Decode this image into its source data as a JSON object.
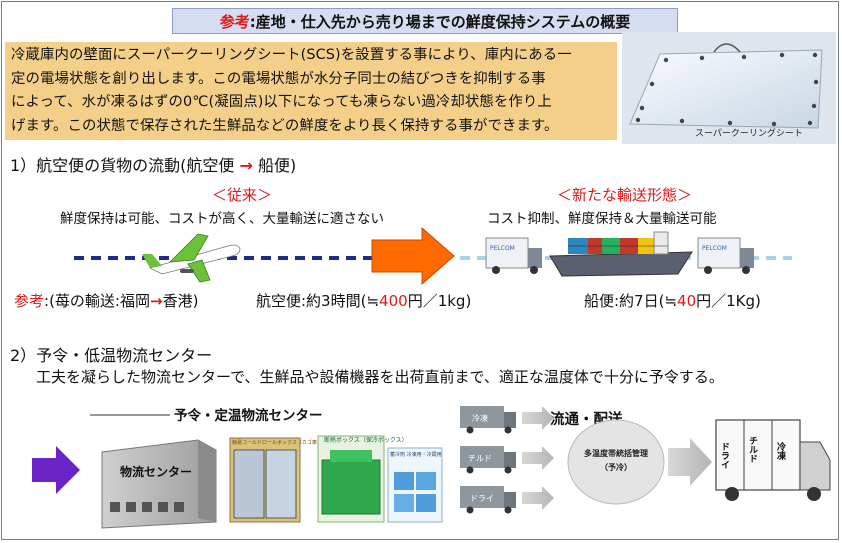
{
  "title": {
    "prefix": "参考",
    "text": ":産地・仕入先から売り場までの鮮度保持システムの概要"
  },
  "intro": {
    "lines": [
      "冷蔵庫内の壁面にスーパークーリングシート(SCS)を設置する事により、庫内にある一",
      "定の電場状態を創り出します。この電場状態が水分子同士の結びつきを抑制する事",
      "によって、水が凍るはずの0℃(凝固点)以下になっても凍らない過冷却状態を作り上",
      "げます。この状態で保存された生鮮品などの鮮度をより長く保持する事ができます。"
    ]
  },
  "scs_label": "スーパークーリングシート",
  "section1": {
    "heading_main": "1）航空便の貨物の流動(航空便",
    "heading_arrow": "→",
    "heading_tail": "船便)",
    "conventional": {
      "heading": "＜従来＞",
      "desc": "鮮度保持は可能、コストが高く、大量輸送に適さない"
    },
    "new_form": {
      "heading": "＜新たな輸送形態＞",
      "desc": "コスト抑制、鮮度保持＆大量輸送可能"
    },
    "truck_logo": "PELCOM",
    "reference": {
      "label": "参考",
      "text_a": ":(苺の輸送:福岡",
      "arrow": "→",
      "text_b": "香港)"
    },
    "air": {
      "prefix": "航空便:約3時間(≒",
      "price": "400",
      "suffix": "円／1kg)"
    },
    "ship": {
      "prefix": "船便:約7日(≒",
      "price": "40",
      "suffix": "円／1Kg)"
    }
  },
  "section2": {
    "heading": "2）予令・低温物流センター",
    "desc": "工夫を凝らした物流センターで、生鮮品や設備機器を出荷直前まで、適正な温度体で十分に予令する。",
    "center_title": "予令・定温物流センター",
    "building_label": "物流センター",
    "roll_box_label": "簡易コールドロールボックス（カゴ車）",
    "insulated_box_label": "断熱ボックス（保冷ボックス）",
    "cold_agent_label": "蓄冷剤 冷凍用・冷蔵用",
    "distribution_title": "流通・配送",
    "trucks": [
      "冷凍",
      "チルド",
      "ドライ"
    ],
    "multi_temp_label": "多温度帯統括管理",
    "multi_temp_sub": "（予冷）",
    "big_truck_labels": [
      "ドライ",
      "チルド",
      "冷凍"
    ]
  },
  "colors": {
    "accent_red": "#e01818",
    "intro_bg": "#f4cf8a",
    "title_bg": "#d6ddf0",
    "dash_blue": "#1e2a8c",
    "big_arrow": "#ff6a00",
    "purple_arrow": "#6a24c8"
  }
}
